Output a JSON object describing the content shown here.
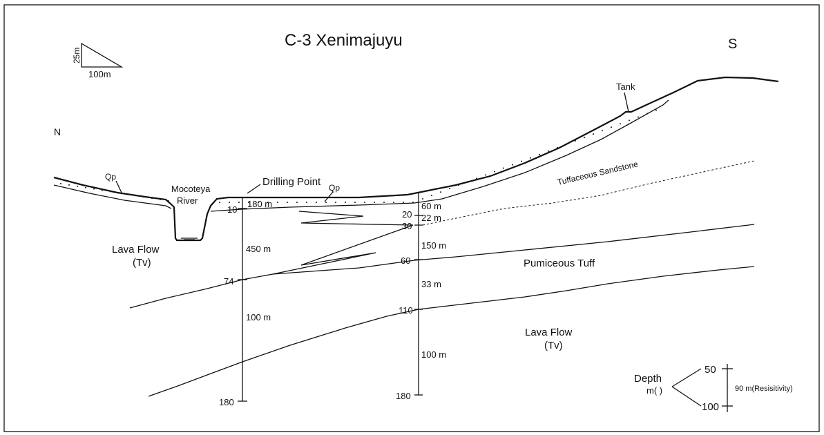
{
  "title": "C-3 Xenimajuyu",
  "directions": {
    "north": "N",
    "south": "S"
  },
  "scale": {
    "vertical": "25m",
    "horizontal": "100m"
  },
  "surface_labels": {
    "qp_left": "Qp",
    "qp_right": "Qp",
    "river_line1": "Mocoteya",
    "river_line2": "River",
    "drilling_point": "Drilling Point",
    "tank": "Tank"
  },
  "formations": {
    "tuffaceous_sandstone": "Tuffaceous Sandstone",
    "pumiceous_tuff": "Pumiceous Tuff",
    "lava_flow_left_line1": "Lava Flow",
    "lava_flow_left_line2": "(Tv)",
    "lava_flow_right_line1": "Lava Flow",
    "lava_flow_right_line2": "(Tv)"
  },
  "left_log": {
    "depth_ticks": [
      "10",
      "74",
      "180"
    ],
    "resistivity": [
      "180 m",
      "450 m",
      "100 m"
    ]
  },
  "right_log": {
    "depth_ticks": [
      "20",
      "30",
      "60",
      "110",
      "180"
    ],
    "resistivity": [
      "60 m",
      "22 m",
      "150 m",
      "33 m",
      "100 m"
    ]
  },
  "legend": {
    "depth_label_line1": "Depth",
    "depth_label_line2": "m( )",
    "top_value": "50",
    "bottom_value": "100",
    "resistivity_label": "90 m(Resisitivity)"
  },
  "colors": {
    "ink": "#111111",
    "background": "#ffffff"
  }
}
